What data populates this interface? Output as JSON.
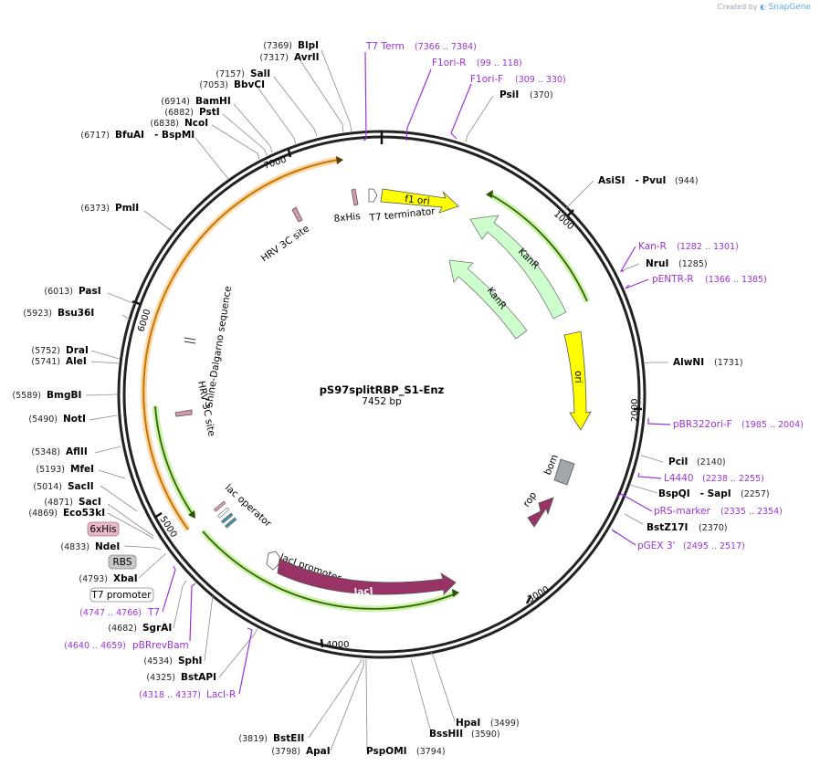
{
  "credit": {
    "prefix": "Created by",
    "brand": "SnapGene"
  },
  "plasmid": {
    "name": "pS97splitRBP_S1-Enz",
    "length_label": "7452 bp"
  },
  "ticks": [
    "1000",
    "2000",
    "3000",
    "4000",
    "5000",
    "6000",
    "7000"
  ],
  "enzymes": [
    {
      "id": "blpi",
      "name": "BlpI",
      "pos": "(7369)"
    },
    {
      "id": "avrii",
      "name": "AvrII",
      "pos": "(7317)"
    },
    {
      "id": "sali",
      "name": "SalI",
      "pos": "(7157)"
    },
    {
      "id": "bbvci",
      "name": "BbvCI",
      "pos": "(7053)"
    },
    {
      "id": "bamhi",
      "name": "BamHI",
      "pos": "(6914)"
    },
    {
      "id": "psti",
      "name": "PstI",
      "pos": "(6882)"
    },
    {
      "id": "ncoi",
      "name": "NcoI",
      "pos": "(6838)"
    },
    {
      "id": "bfuai",
      "name": "BfuAI   - BspMI",
      "pos": "(6717)"
    },
    {
      "id": "pmli",
      "name": "PmlI",
      "pos": "(6373)"
    },
    {
      "id": "pasi",
      "name": "PasI",
      "pos": "(6013)"
    },
    {
      "id": "bsu36i",
      "name": "Bsu36I",
      "pos": "(5923)"
    },
    {
      "id": "drai",
      "name": "DraI",
      "pos": "(5752)"
    },
    {
      "id": "alei",
      "name": "AleI",
      "pos": "(5741)"
    },
    {
      "id": "bmgbi",
      "name": "BmgBI",
      "pos": "(5589)"
    },
    {
      "id": "noti",
      "name": "NotI",
      "pos": "(5490)"
    },
    {
      "id": "aflii",
      "name": "AflII",
      "pos": "(5348)"
    },
    {
      "id": "mfei",
      "name": "MfeI",
      "pos": "(5193)"
    },
    {
      "id": "sacii",
      "name": "SacII",
      "pos": "(5014)"
    },
    {
      "id": "saci",
      "name": "SacI",
      "pos": "(4871)"
    },
    {
      "id": "eco53ki",
      "name": "Eco53kI",
      "pos": "(4869)"
    },
    {
      "id": "ndei",
      "name": "NdeI",
      "pos": "(4833)"
    },
    {
      "id": "xbai",
      "name": "XbaI",
      "pos": "(4793)"
    },
    {
      "id": "sgrai",
      "name": "SgrAI",
      "pos": "(4682)"
    },
    {
      "id": "sphi",
      "name": "SphI",
      "pos": "(4534)"
    },
    {
      "id": "bstapi",
      "name": "BstAPI",
      "pos": "(4325)"
    },
    {
      "id": "bsteii",
      "name": "BstEII",
      "pos": "(3819)"
    },
    {
      "id": "apai",
      "name": "ApaI",
      "pos": "(3798)"
    },
    {
      "id": "pspomi",
      "name": "PspOMI",
      "pos": "(3794)"
    },
    {
      "id": "bsshii",
      "name": "BssHII",
      "pos": "(3590)"
    },
    {
      "id": "hpai",
      "name": "HpaI",
      "pos": "(3499)"
    },
    {
      "id": "psii",
      "name": "PsiI",
      "pos": "(370)"
    },
    {
      "id": "asisi",
      "name": "AsiSI   - PvuI",
      "pos": "(944)"
    },
    {
      "id": "nrui",
      "name": "NruI",
      "pos": "(1285)"
    },
    {
      "id": "alwni",
      "name": "AlwNI",
      "pos": "(1731)"
    },
    {
      "id": "pcii",
      "name": "PciI",
      "pos": "(2140)"
    },
    {
      "id": "bspqi",
      "name": "BspQI   - SapI",
      "pos": "(2257)"
    },
    {
      "id": "bstz17i",
      "name": "BstZ17I",
      "pos": "(2370)"
    }
  ],
  "primers": [
    {
      "id": "t7term",
      "name": "T7 Term",
      "pos": "(7366 .. 7384)"
    },
    {
      "id": "f1orir",
      "name": "F1ori-R",
      "pos": "(99 .. 118)"
    },
    {
      "id": "f1orif",
      "name": "F1ori-F",
      "pos": "(309 .. 330)"
    },
    {
      "id": "kanr",
      "name": "Kan-R",
      "pos": "(1282 .. 1301)"
    },
    {
      "id": "pentrr",
      "name": "pENTR-R",
      "pos": "(1366 .. 1385)"
    },
    {
      "id": "pbr322orif",
      "name": "pBR322ori-F",
      "pos": "(1985 .. 2004)"
    },
    {
      "id": "l4440",
      "name": "L4440",
      "pos": "(2238 .. 2255)"
    },
    {
      "id": "prsmarker",
      "name": "pRS-marker",
      "pos": "(2335 .. 2354)"
    },
    {
      "id": "pgex3",
      "name": "pGEX 3'",
      "pos": "(2495 .. 2517)"
    },
    {
      "id": "t7",
      "name": "T7",
      "pos": "(4747 .. 4766)"
    },
    {
      "id": "pbrrevbam",
      "name": "pBRrevBam",
      "pos": "(4640 .. 4659)"
    },
    {
      "id": "lacir",
      "name": "LacI-R",
      "pos": "(4318 .. 4337)"
    }
  ],
  "features": {
    "f1_ori": "f1 ori",
    "t7_terminator": "T7 terminator",
    "his8": "8xHis",
    "hrv3c_top": "HRV 3C site",
    "shine_dalgarno": "Shine-Dalgarno sequence",
    "hrv3c_bottom": "HRV 3C site",
    "kanr_outer": "KanR",
    "kanr_inner": "KanR",
    "ori": "ori",
    "bom": "bom",
    "rop": "rop",
    "lac_operator": "lac operator",
    "laci_promoter": "lacI promoter",
    "laci": "lacI"
  },
  "boxed_labels": {
    "his6": "6xHis",
    "rbs": "RBS",
    "t7_promoter": "T7 promoter"
  },
  "colors": {
    "backbone": "#222222",
    "primer": "#9a33d6",
    "f1_ori": "#ffff00",
    "kanr": "#ccffcc",
    "laci": "#993366",
    "cds_outline": "#336600",
    "bom": "#a0a8ae",
    "orange_feature": "#f0a030"
  }
}
